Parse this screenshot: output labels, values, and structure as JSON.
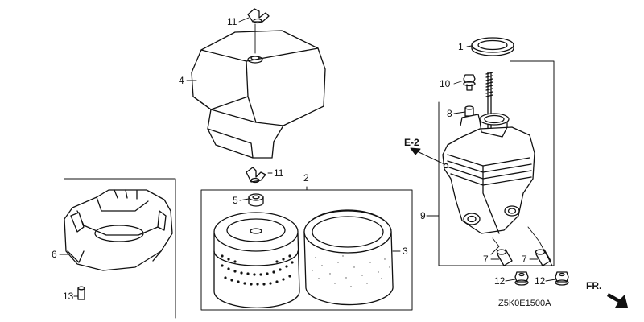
{
  "callouts": {
    "c11a": "11",
    "c4": "4",
    "c11b": "11",
    "c2": "2",
    "c5": "5",
    "c6": "6",
    "c3": "3",
    "c13": "13",
    "c1": "1",
    "c10": "10",
    "c8": "8",
    "c9": "9",
    "c7a": "7",
    "c7b": "7",
    "c12a": "12",
    "c12b": "12"
  },
  "reference": "E-2",
  "front_label": "FR.",
  "diagram_code": "Z5K0E1500A"
}
